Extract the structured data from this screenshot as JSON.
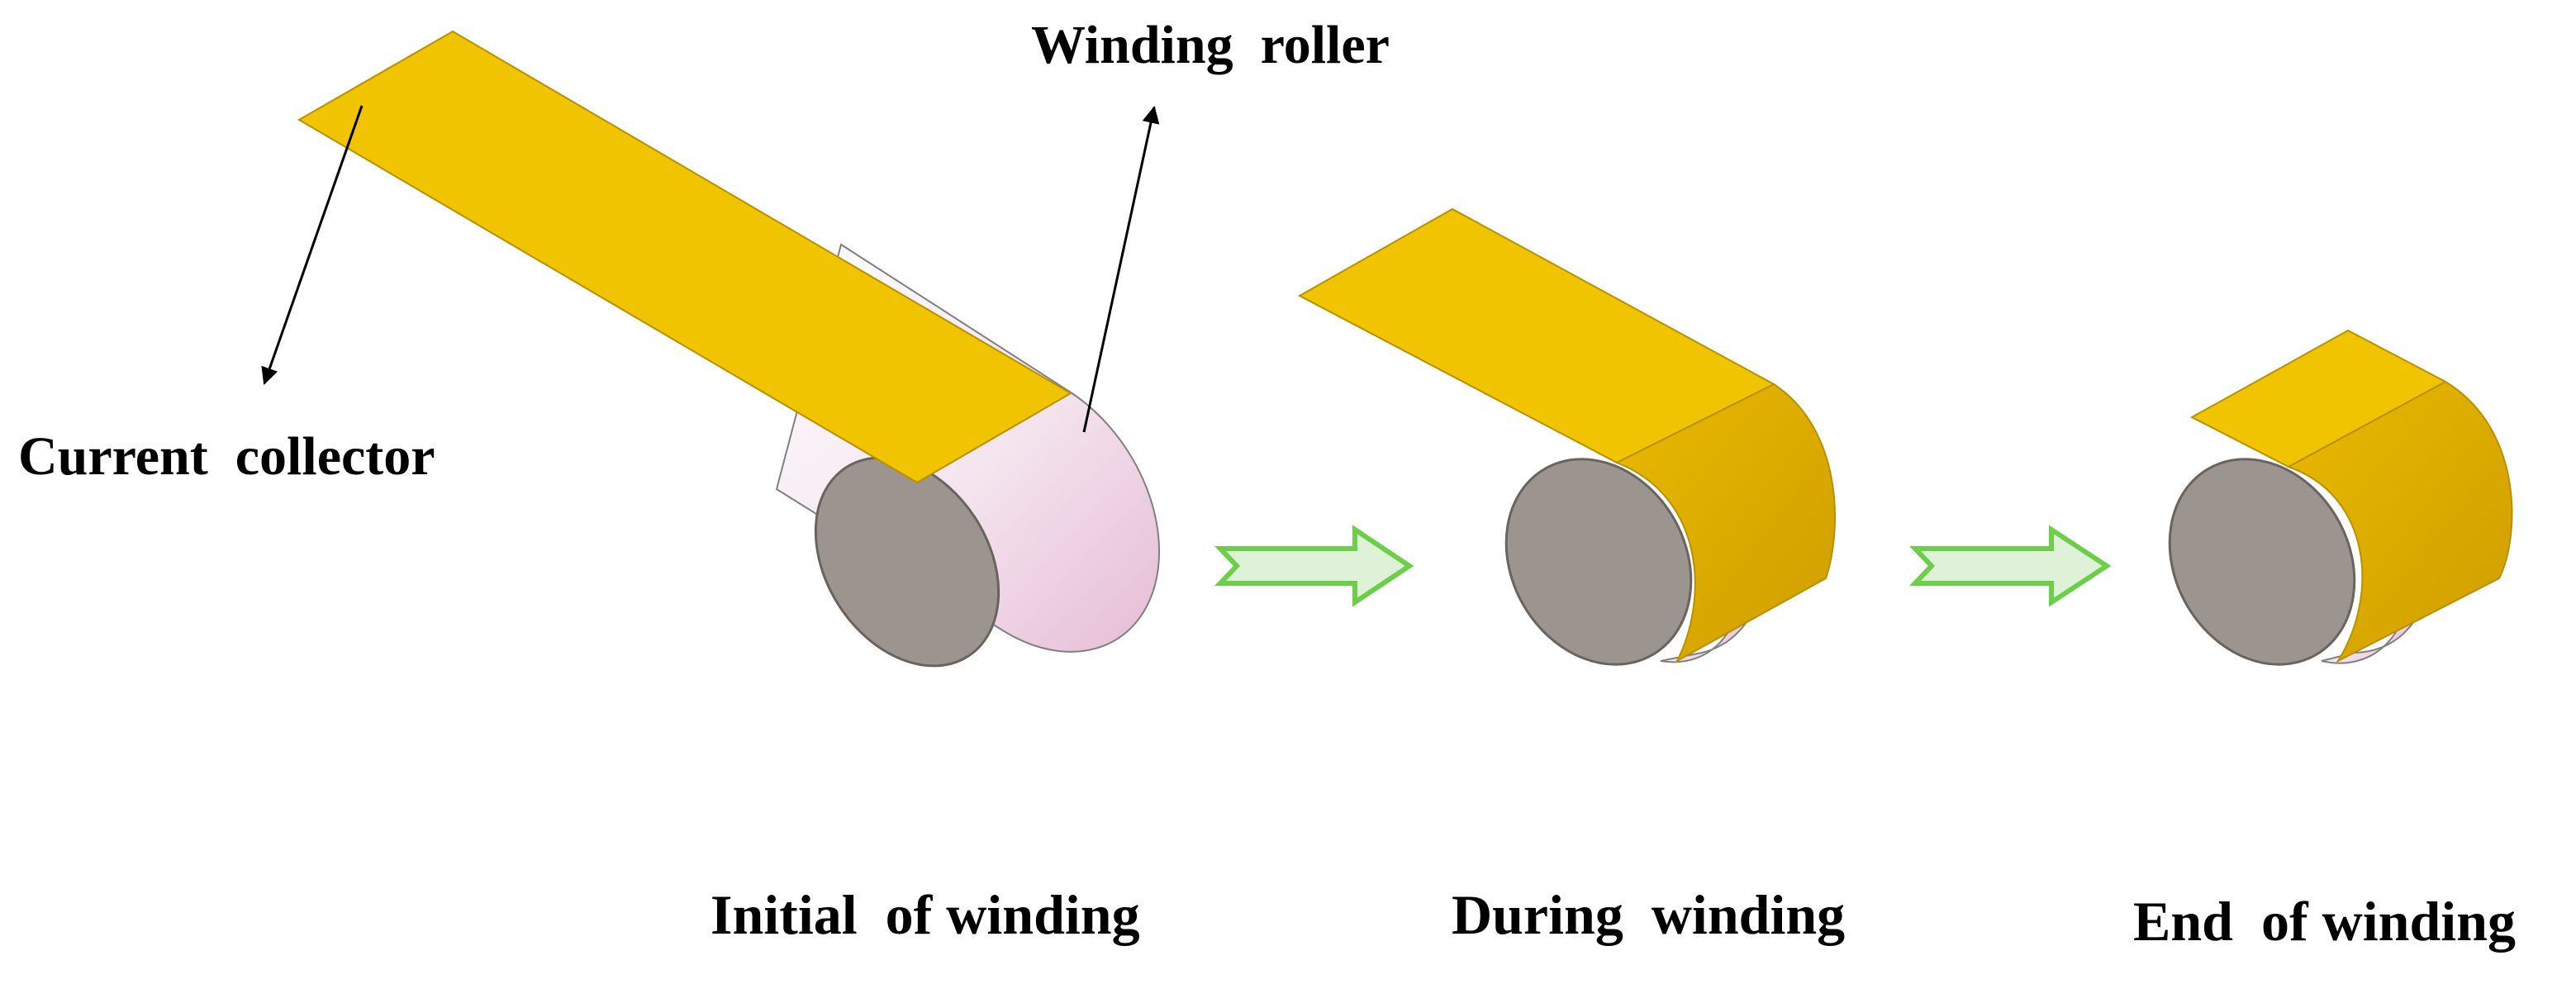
{
  "labels": {
    "winding_roller": "Winding  roller",
    "current_collector": "Current  collector",
    "stage_initial": "Initial  of winding",
    "stage_during": "During  winding",
    "stage_end": "End  of winding"
  },
  "colors": {
    "foil": "#f0c400",
    "foil_edge": "#b89000",
    "roller_face": "#9c948e",
    "roller_side": "#f3e6ee",
    "arrow_fill": "#dff1d6",
    "arrow_stroke": "#6ccf4a",
    "text": "#000000"
  }
}
